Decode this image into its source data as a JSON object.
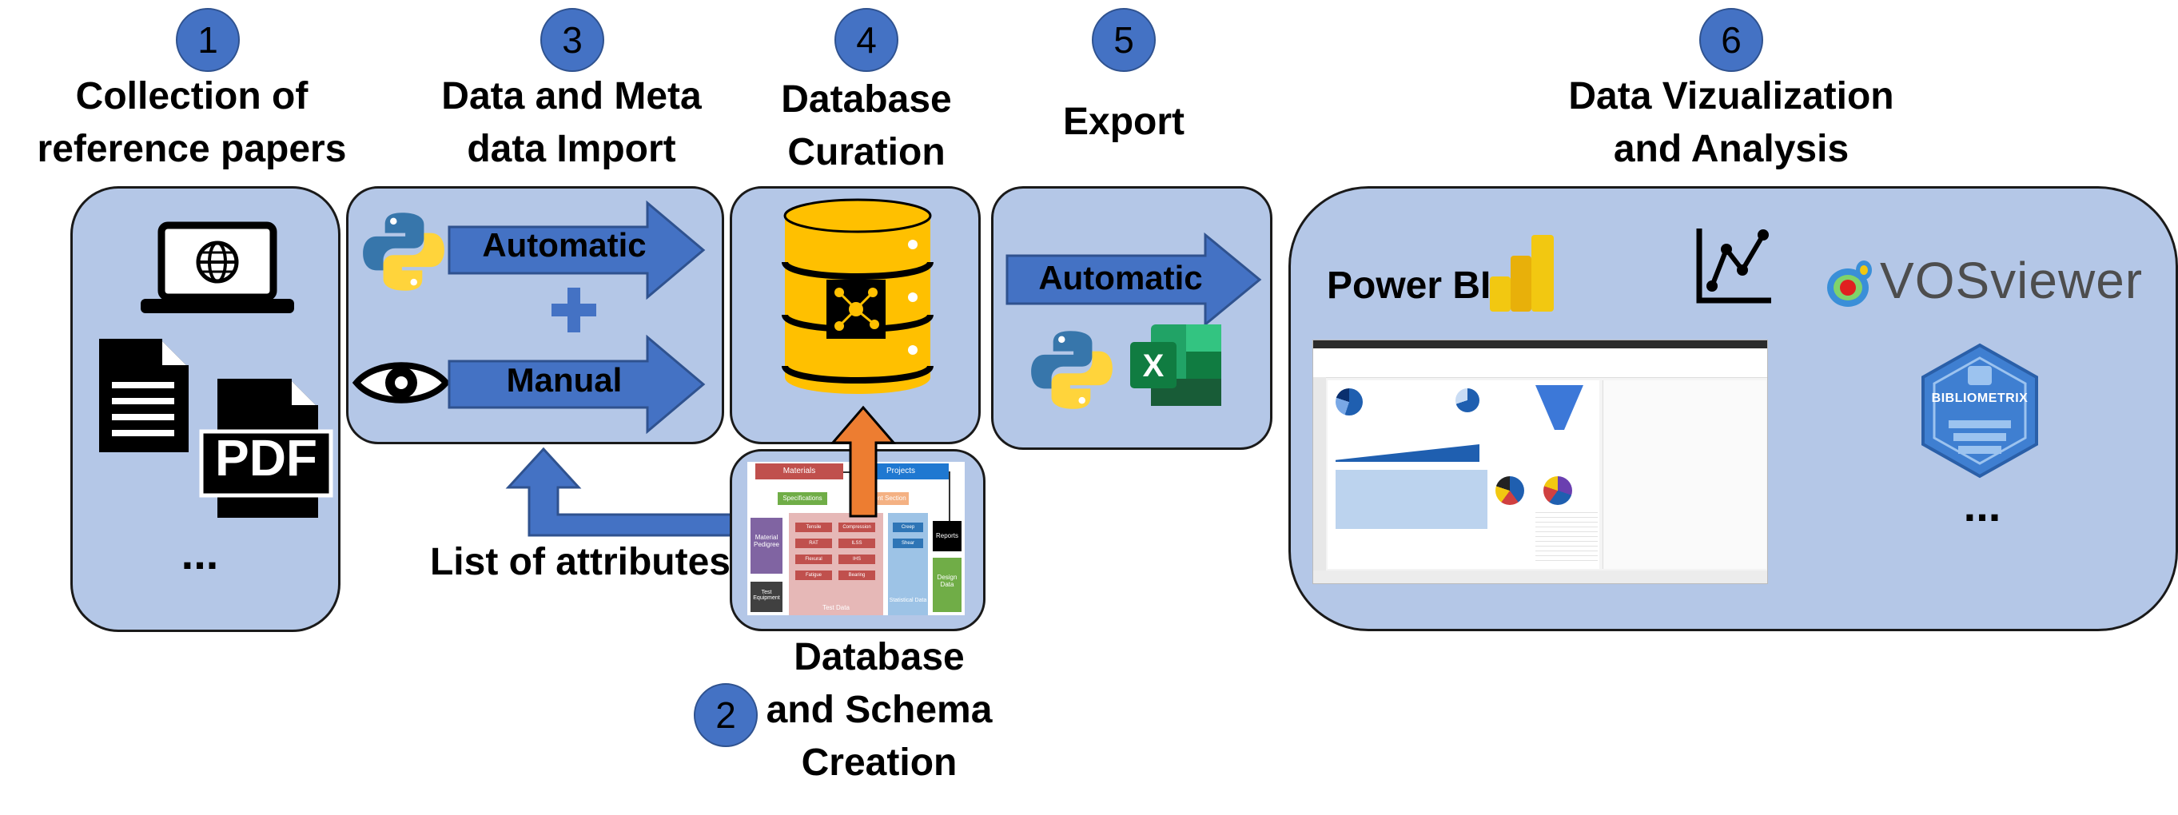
{
  "steps": [
    {
      "number": "1",
      "title_line1": "Collection of",
      "title_line2": "reference papers"
    },
    {
      "number": "2",
      "title_line1": "Database",
      "title_line2": "and Schema",
      "title_line3": "Creation"
    },
    {
      "number": "3",
      "title_line1": "Data and Meta",
      "title_line2": "data Import"
    },
    {
      "number": "4",
      "title_line1": "Database",
      "title_line2": "Curation"
    },
    {
      "number": "5",
      "title_line1": "Export"
    },
    {
      "number": "6",
      "title_line1": "Data Vizualization",
      "title_line2": "and Analysis"
    }
  ],
  "import": {
    "automatic_label": "Automatic",
    "plus": "+",
    "manual_label": "Manual"
  },
  "export": {
    "automatic_label": "Automatic"
  },
  "feedback_label": "List of attributes",
  "collection": {
    "pdf_label": "PDF",
    "more": "..."
  },
  "tools": {
    "powerbi_label": "Power BI",
    "vosviewer_label": "VOSviewer",
    "bibliometrix_label": "BIBLIOMETRIX",
    "more": "..."
  },
  "schema": {
    "materials": "Materials",
    "projects": "Projects",
    "specifications": "Specifications",
    "client_section": "Client Section",
    "material_pedigree": "Material Pedigree",
    "test_equipment": "Test Equipment",
    "test_data": "Test Data",
    "statistical_data": "Statistical Data",
    "reports": "Reports",
    "design_data": "Design Data",
    "cells": [
      "Tensile",
      "Compression",
      "RAT",
      "ILSS",
      "Flexural",
      "IHS",
      "Fatigue",
      "Bearing",
      "Creep",
      "Shear"
    ]
  },
  "colors": {
    "panel": "#b4c7e7",
    "arrow": "#4472c4",
    "step": "#4472c4",
    "db": "#ffc000",
    "orange_arrow": "#ed7d31"
  }
}
